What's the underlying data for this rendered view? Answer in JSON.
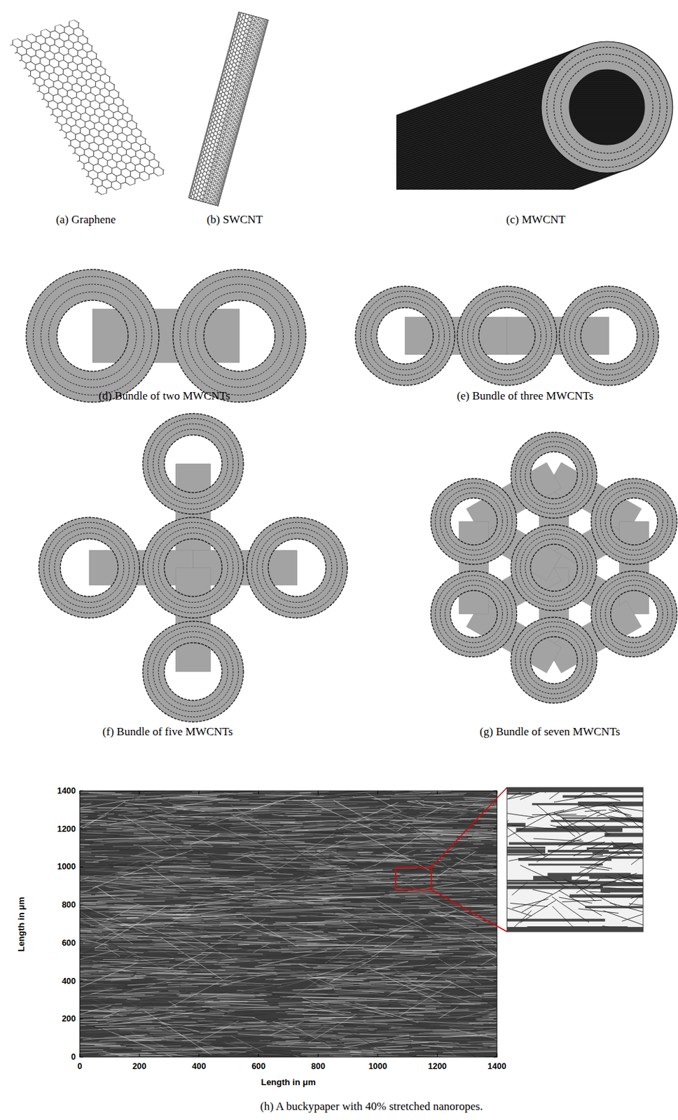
{
  "diagram": {
    "labels": [
      "(a) Graphene",
      "(b) SWCNT",
      "(c) MWCNT",
      "(d) Bundle of two MWCNTs",
      "(e) Bundle of three MWCNTs",
      "(f) Bundle of five MWCNTs",
      "(g) Bundle of seven MWCNTs",
      "1400",
      "1200",
      "1000",
      "800",
      "600",
      "400",
      "200",
      "0",
      "Length in μm",
      "0",
      "200",
      "400",
      "600",
      "800",
      "1000",
      "1200",
      "1400",
      "Length in μm",
      "(h) A buckypaper with 40% stretched nanoropes."
    ]
  }
}
